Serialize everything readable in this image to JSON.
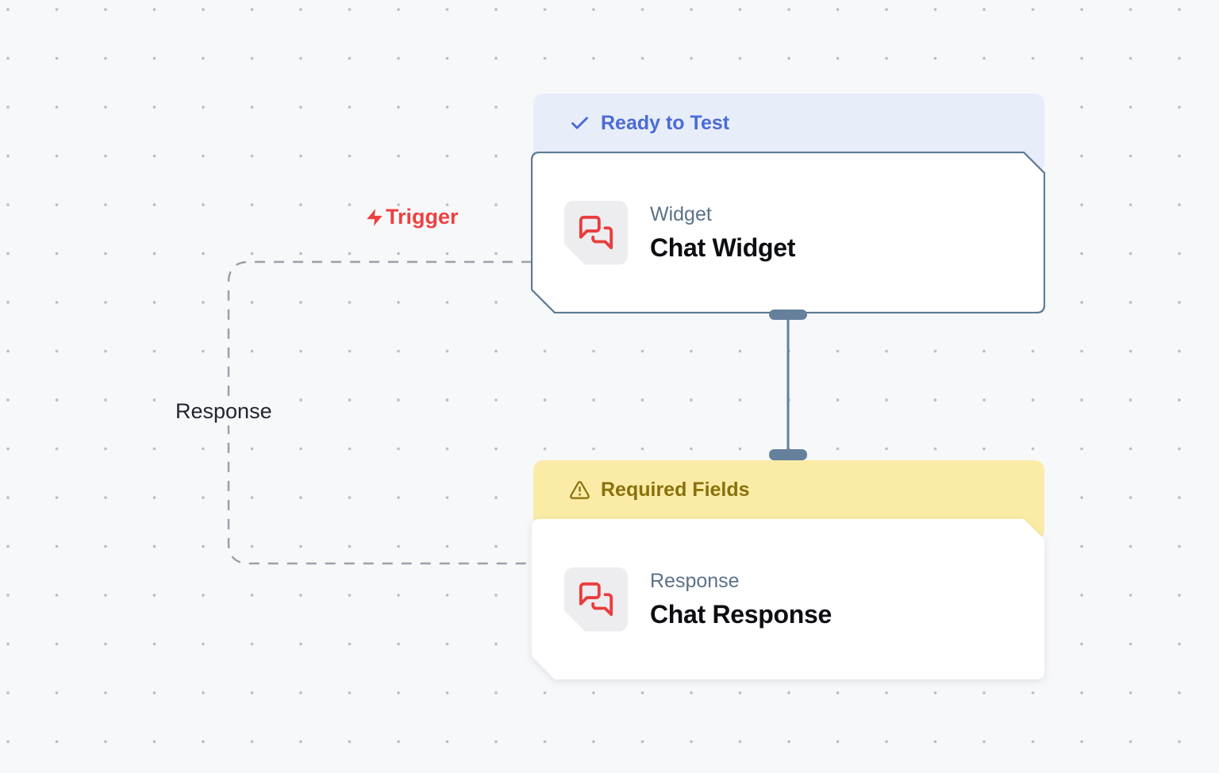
{
  "canvas": {
    "type": "workflow-editor-canvas"
  },
  "colors": {
    "canvas_bg": "#f7f8fa",
    "dot_color": "#b9bdc6",
    "banner_blue_bg": "#e8edfa",
    "accent_blue": "#4a6cd3",
    "banner_yellow_bg": "#faeca6",
    "warning_text": "#8a700c",
    "node_border": "#5f7a95",
    "connector": "#64809b",
    "trigger_red": "#ee4040",
    "icon_red": "#e93d3d",
    "dash_gray": "#9aa1ab",
    "subtitle_gray": "#5b7286",
    "title_black": "#0c0e12",
    "tile_bg": "#ededf0"
  },
  "edges": {
    "trigger_label": "Trigger",
    "response_label": "Response"
  },
  "nodes": [
    {
      "id": "chat-widget",
      "status_badge": {
        "label": "Ready to Test",
        "state": "ready",
        "icon": "check-icon"
      },
      "type_label": "Widget",
      "title": "Chat Widget",
      "icon": "messages-square-icon"
    },
    {
      "id": "chat-response",
      "status_badge": {
        "label": "Required Fields",
        "state": "warning",
        "icon": "alert-triangle-icon"
      },
      "type_label": "Response",
      "title": "Chat Response",
      "icon": "messages-square-icon"
    }
  ]
}
